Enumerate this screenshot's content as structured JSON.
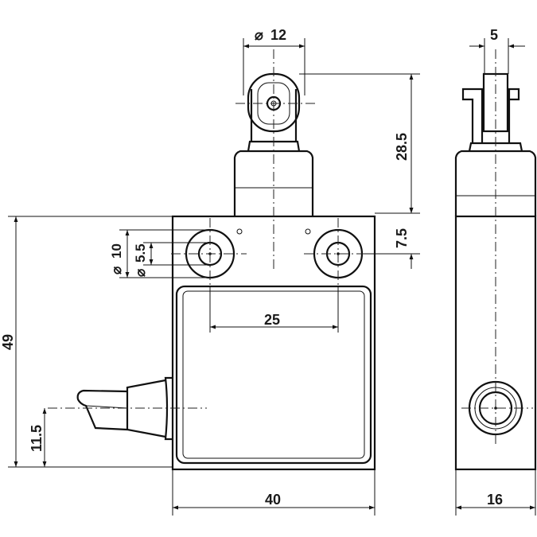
{
  "dimensions": {
    "roller_diameter": "12",
    "roller_width": "5",
    "plunger_height": "28.5",
    "hole_offset": "7.5",
    "hole_outer_diameter": "10",
    "hole_inner_diameter": "5.5",
    "hole_spacing": "25",
    "body_height": "49",
    "cable_height": "11.5",
    "body_width": "40",
    "body_depth": "16"
  },
  "symbols": {
    "diameter": "⌀"
  }
}
